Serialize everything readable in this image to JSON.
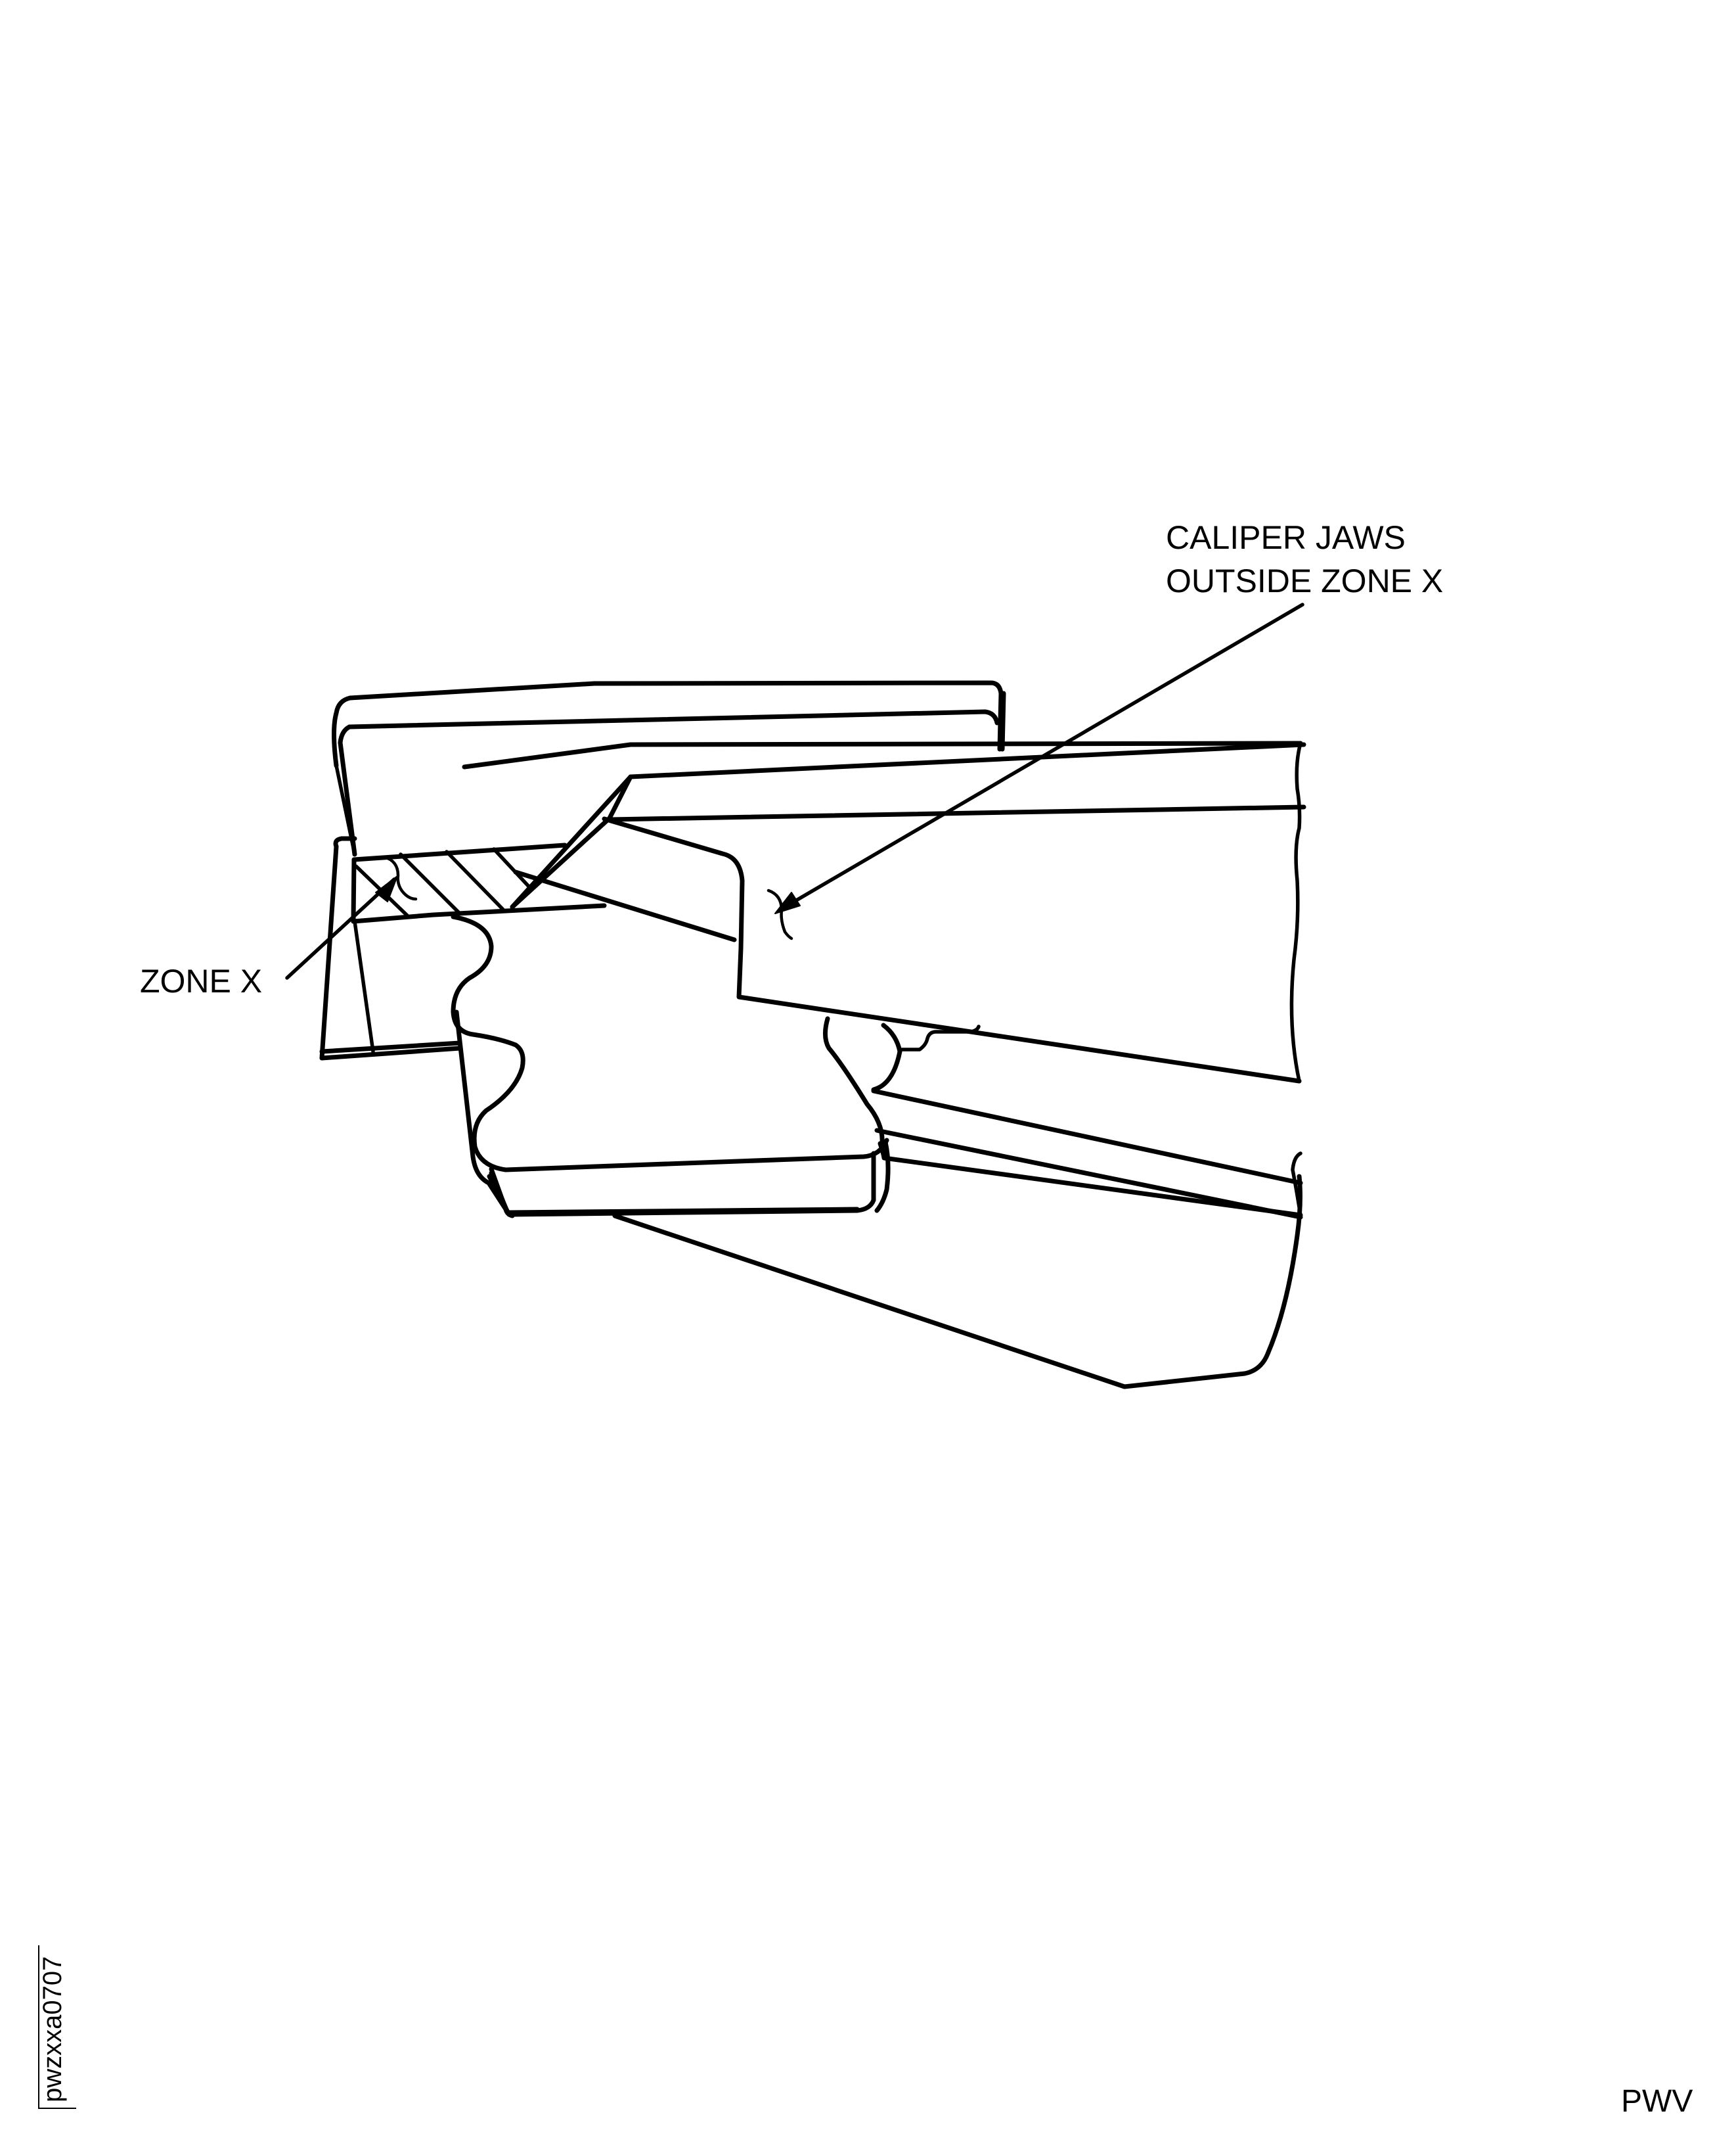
{
  "figure": {
    "type": "technical-illustration",
    "subject": "Caliper measurement of a part edge showing zone X and caliper jaws",
    "background_color": "#ffffff",
    "line_color": "#000000"
  },
  "callouts": {
    "caliper_jaws": {
      "line1": "CALIPER JAWS",
      "line2": "OUTSIDE ZONE X"
    },
    "zone_x": {
      "text": "ZONE X"
    }
  },
  "footer": {
    "figure_id": "pwzxxa0707",
    "source_code": "PWV"
  },
  "icons": {
    "leader_arrow_caliper": "arrow-icon",
    "leader_arrow_zone": "arrow-icon",
    "break_mark_symbol": "tilde-break-icon"
  }
}
